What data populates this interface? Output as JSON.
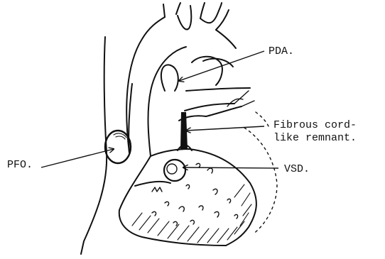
{
  "labels": {
    "pda": "PDA.",
    "fibrous_line1": "Fibrous cord-",
    "fibrous_line2": "like remnant.",
    "pfo": "PFO.",
    "vsd": "VSD."
  }
}
